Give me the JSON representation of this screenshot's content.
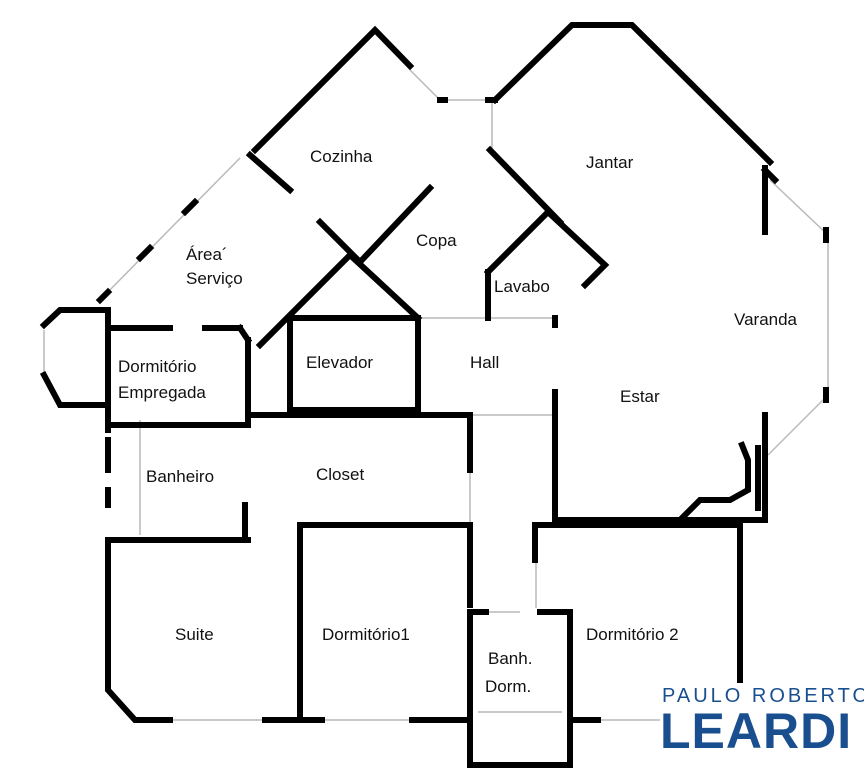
{
  "rooms": {
    "cozinha": "Cozinha",
    "jantar": "Jantar",
    "area_line1": "Área´",
    "area_line2": "Serviço",
    "copa": "Copa",
    "lavabo": "Lavabo",
    "varanda": "Varanda",
    "dormitorio_empregada_line1": "Dormitório",
    "dormitorio_empregada_line2": "Empregada",
    "elevador": "Elevador",
    "hall": "Hall",
    "estar": "Estar",
    "banheiro": "Banheiro",
    "closet": "Closet",
    "suite": "Suite",
    "dormitorio1": "Dormitório1",
    "dormitorio2": "Dormitório 2",
    "banh_line1": "Banh.",
    "banh_line2": "Dorm."
  },
  "brand": {
    "line1": "PAULO ROBERTO",
    "line2": "LEARDI",
    "color": "#1a4f8f"
  }
}
